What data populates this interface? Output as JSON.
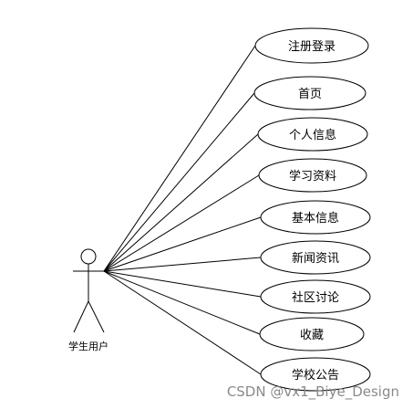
{
  "diagram": {
    "actor": {
      "label": "学生用户",
      "icon": "stick-figure-icon"
    },
    "use_cases": [
      {
        "id": "register-login",
        "label": "注册登录"
      },
      {
        "id": "home",
        "label": "首页"
      },
      {
        "id": "personal-info",
        "label": "个人信息"
      },
      {
        "id": "study-materials",
        "label": "学习资料"
      },
      {
        "id": "basic-info",
        "label": "基本信息"
      },
      {
        "id": "news",
        "label": "新闻资讯"
      },
      {
        "id": "community",
        "label": "社区讨论"
      },
      {
        "id": "favorites",
        "label": "收藏"
      },
      {
        "id": "school-notice",
        "label": "学校公告"
      }
    ]
  },
  "watermark": "CSDN @vx1_Biye_Design"
}
